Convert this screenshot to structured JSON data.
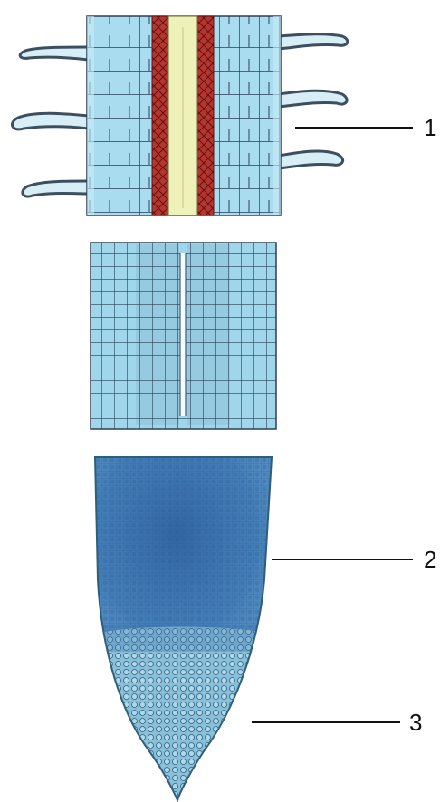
{
  "labels": [
    {
      "id": "1",
      "text": "1"
    },
    {
      "id": "2",
      "text": "2"
    },
    {
      "id": "3",
      "text": "3"
    }
  ],
  "colors": {
    "maturation_cells": "#a9dcef",
    "cell_walls": "#2b3f55",
    "xylem_red": "#b8342f",
    "stele_core": "#eef2b8",
    "elongation_cells": "#9fd6ec",
    "meristem_blue": "#3f79b3",
    "root_cap": "#7fbad6",
    "leader_line": "#111111"
  },
  "icons": {
    "root_hair": "root-hair-icon"
  }
}
